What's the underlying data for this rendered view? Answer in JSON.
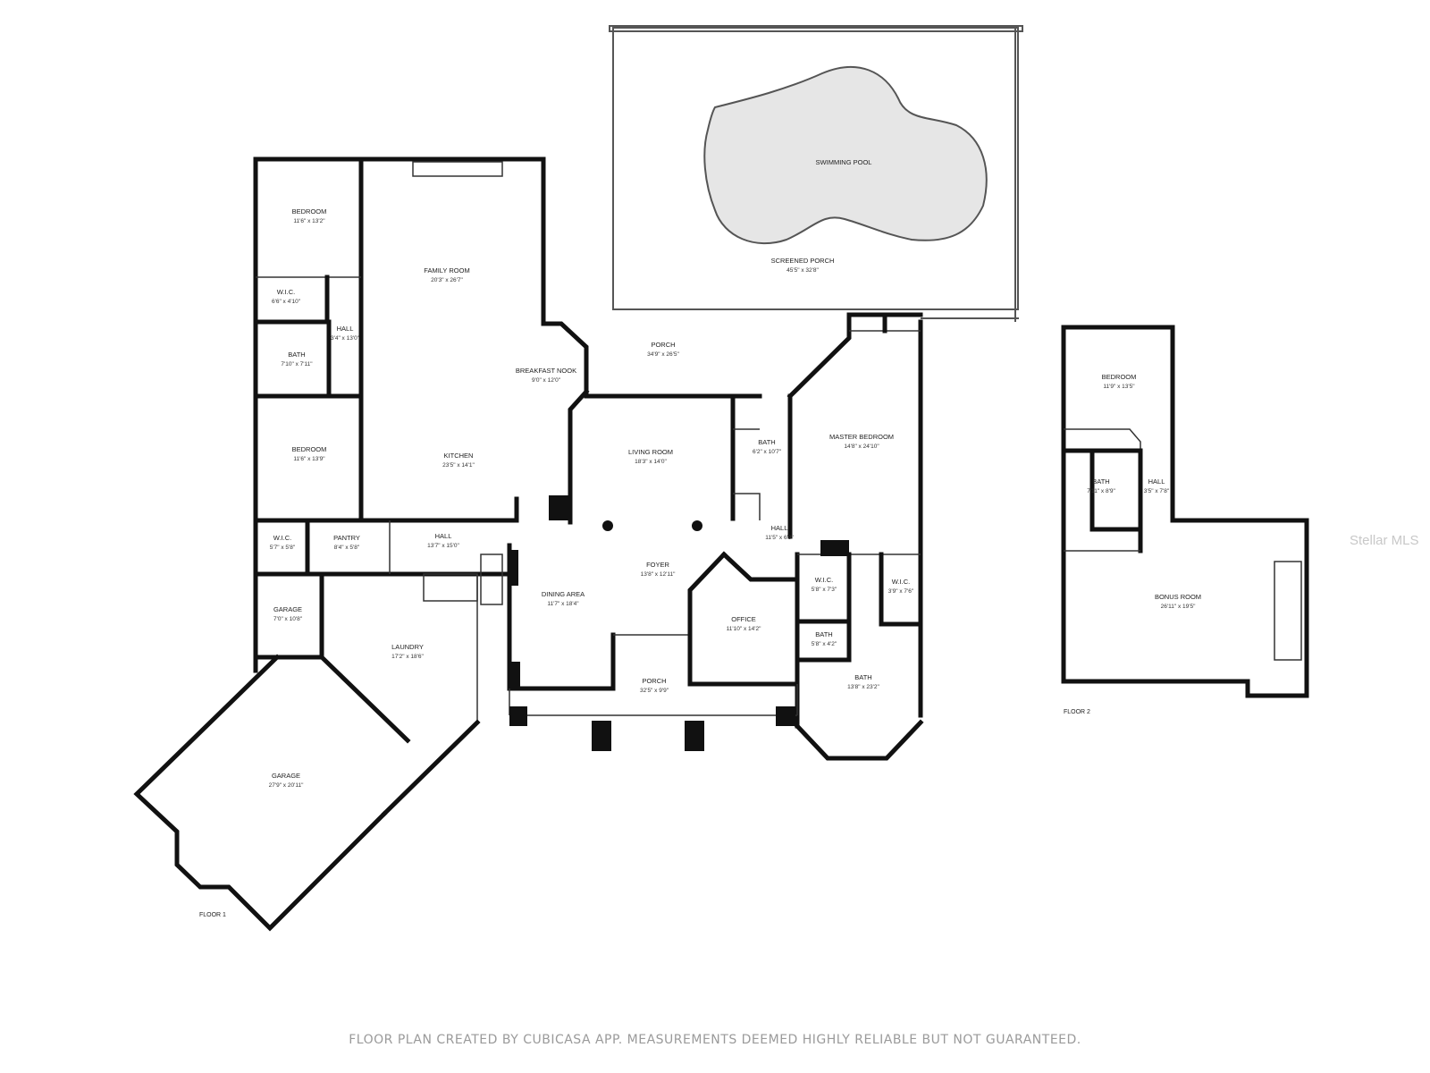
{
  "rooms": {
    "bedroom_nw": {
      "name": "BEDROOM",
      "dim": "11'6\" x 13'2\""
    },
    "family_room": {
      "name": "FAMILY ROOM",
      "dim": "20'3\" x 26'7\""
    },
    "wic_1": {
      "name": "W.I.C.",
      "dim": "6'6\" x 4'10\""
    },
    "hall_1": {
      "name": "HALL",
      "dim": "3'4\" x 13'0\""
    },
    "bath_1": {
      "name": "BATH",
      "dim": "7'10\" x 7'11\""
    },
    "breakfast_nook": {
      "name": "BREAKFAST NOOK",
      "dim": "9'0\" x 12'0\""
    },
    "bedroom_w": {
      "name": "BEDROOM",
      "dim": "11'6\" x 13'9\""
    },
    "kitchen": {
      "name": "KITCHEN",
      "dim": "23'5\" x 14'1\""
    },
    "wic_2": {
      "name": "W.I.C.",
      "dim": "5'7\" x 5'8\""
    },
    "pantry": {
      "name": "PANTRY",
      "dim": "8'4\" x 5'8\""
    },
    "hall_2": {
      "name": "HALL",
      "dim": "13'7\" x 15'0\""
    },
    "garage_small": {
      "name": "GARAGE",
      "dim": "7'0\" x 10'8\""
    },
    "laundry": {
      "name": "LAUNDRY",
      "dim": "17'2\" x 18'6\""
    },
    "garage_big": {
      "name": "GARAGE",
      "dim": "27'9\" x 20'11\""
    },
    "swimming_pool": {
      "name": "SWIMMING POOL",
      "dim": ""
    },
    "screened_porch": {
      "name": "SCREENED PORCH",
      "dim": "45'5\" x 32'8\""
    },
    "porch_back": {
      "name": "PORCH",
      "dim": "34'9\" x 26'5\""
    },
    "living_room": {
      "name": "LIVING ROOM",
      "dim": "18'3\" x 14'0\""
    },
    "bath_2": {
      "name": "BATH",
      "dim": "6'2\" x 10'7\""
    },
    "master_bedroom": {
      "name": "MASTER BEDROOM",
      "dim": "14'8\" x 24'10\""
    },
    "hall_3": {
      "name": "HALL",
      "dim": "11'5\" x 6'9\""
    },
    "foyer": {
      "name": "FOYER",
      "dim": "13'8\" x 12'11\""
    },
    "dining_area": {
      "name": "DINING AREA",
      "dim": "11'7\" x 18'4\""
    },
    "office": {
      "name": "OFFICE",
      "dim": "11'10\" x 14'2\""
    },
    "wic_3": {
      "name": "W.I.C.",
      "dim": "5'8\" x 7'3\""
    },
    "wic_4": {
      "name": "W.I.C.",
      "dim": "3'9\" x 7'6\""
    },
    "bath_3": {
      "name": "BATH",
      "dim": "5'8\" x 4'2\""
    },
    "bath_master": {
      "name": "BATH",
      "dim": "13'8\" x 23'2\""
    },
    "porch_front": {
      "name": "PORCH",
      "dim": "32'5\" x 9'9\""
    },
    "bedroom_f2": {
      "name": "BEDROOM",
      "dim": "11'9\" x 13'5\""
    },
    "bath_f2": {
      "name": "BATH",
      "dim": "7'11\" x 8'9\""
    },
    "hall_f2": {
      "name": "HALL",
      "dim": "3'5\" x 7'8\""
    },
    "bonus_room": {
      "name": "BONUS ROOM",
      "dim": "26'11\" x 19'5\""
    }
  },
  "floor_labels": {
    "floor1": "FLOOR 1",
    "floor2": "FLOOR 2"
  },
  "disclaimer": "FLOOR PLAN CREATED BY CUBICASA APP. MEASUREMENTS DEEMED HIGHLY RELIABLE BUT NOT GUARANTEED.",
  "watermark": "Stellar MLS",
  "colors": {
    "wall": "#111111",
    "pool_fill": "#e6e6e6",
    "disclaimer": "#9a9a9a",
    "watermark": "#c8c8c8"
  }
}
